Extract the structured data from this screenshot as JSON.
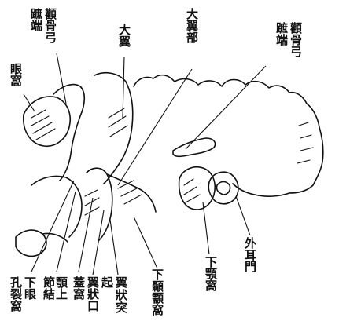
{
  "labels": {
    "temporal_bone_zygomatic_process_left": [
      "顴骨弓",
      "蹠端"
    ],
    "orbit": "眼窩",
    "greater_wing": "大翼",
    "greater_wing_root": "大翼部",
    "temporal_bone_zygomatic_process_right": [
      "顴骨弓",
      "蹠端"
    ],
    "external_acoustic_meatus": "外耳門",
    "mandibular_fossa": "下顎窩",
    "infratemporal_fossa": "下顳顬窩",
    "pterygoid_process": [
      "翼",
      "狀",
      "突"
    ],
    "pterygoid_process_prefix": "起",
    "pterygoid_fissure": "翼狀口",
    "pterygopalatine_fossa": "蓋窩",
    "maxillary_tuberosity": [
      "顎上",
      "節結"
    ],
    "inferior_orbital_fissure": [
      "下眼",
      "孔裂窩"
    ]
  }
}
